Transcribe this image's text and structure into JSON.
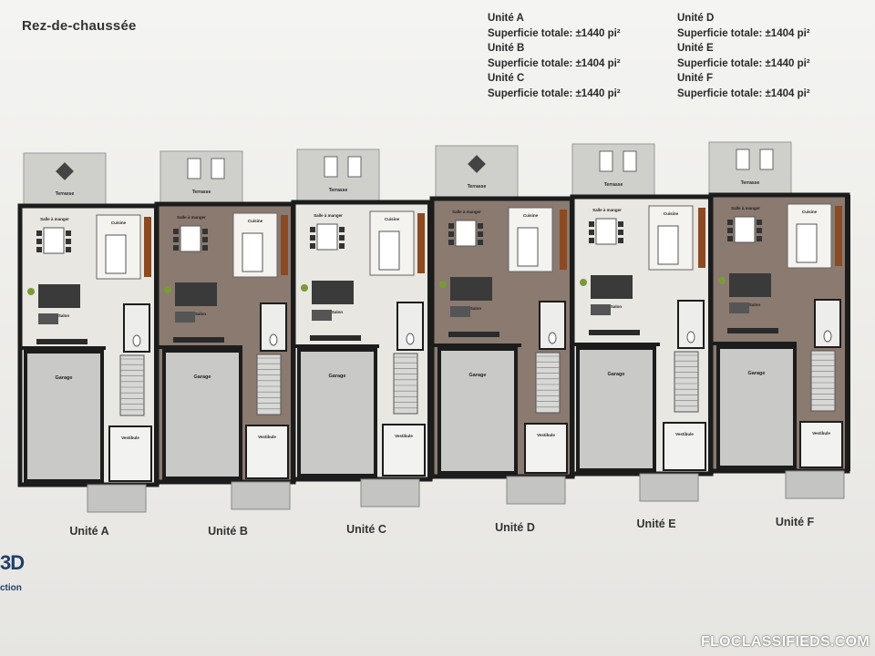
{
  "page_title": "Rez-de-chaussée",
  "areas": [
    {
      "unit": "Unité A",
      "area": "Superficie totale: ±1440 pi²"
    },
    {
      "unit": "Unité B",
      "area": "Superficie totale: ±1404 pi²"
    },
    {
      "unit": "Unité C",
      "area": "Superficie totale: ±1440 pi²"
    },
    {
      "unit": "Unité D",
      "area": "Superficie totale: ±1404 pi²"
    },
    {
      "unit": "Unité E",
      "area": "Superficie totale: ±1440 pi²"
    },
    {
      "unit": "Unité F",
      "area": "Superficie totale: ±1404 pi²"
    }
  ],
  "unit_labels": [
    "Unité A",
    "Unité B",
    "Unité C",
    "Unité D",
    "Unité E",
    "Unité F"
  ],
  "room_labels": {
    "terrasse": "Terrasse",
    "salle_a_manger": "Salle à manger",
    "cuisine": "Cuisine",
    "salon": "Salon",
    "garage": "Garage",
    "vestibule": "Vestibule"
  },
  "logo_mark": "3D",
  "logo_text": "ction",
  "watermark": "FLOCLASSIFIEDS.COM",
  "colors": {
    "wall": "#1c1c1c",
    "floor_wood": "#8a7a70",
    "floor_light": "#e9e7e1",
    "garage": "#c9c9c7",
    "terrace": "#cfd0cc"
  }
}
